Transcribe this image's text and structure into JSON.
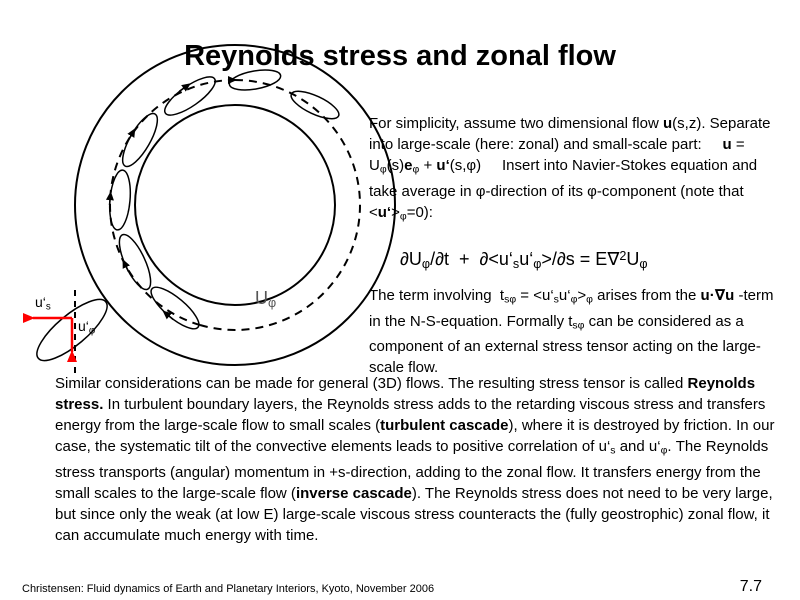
{
  "title": "Reynolds stress and zonal flow",
  "para1": {
    "a": "For simplicity, assume two dimensional flow ",
    "u1": "u",
    "b": "(s,z). Separate into large-scale (here: zonal) and small-scale part:     ",
    "u2": "u",
    "c": " = U",
    "sub1": "φ",
    "d": "(s)",
    "e": "e",
    "sub2": "φ",
    "f": " + ",
    "u3": "u‘",
    "g": "(s,φ)     Insert into Navier-Stokes equation and take average in φ-direction of its φ-component (note that  <",
    "u4": "u‘",
    "h": ">",
    "sub3": "φ",
    "i": "=0):"
  },
  "equation": {
    "a": "∂U",
    "sub1": "φ",
    "b": "/∂t  +  ∂<u‘",
    "sub2": "s",
    "c": "u‘",
    "sub3": "φ",
    "d": ">/∂s = E∇",
    "sup1": "2",
    "e": "U",
    "sub4": "φ"
  },
  "para2": {
    "a": "The term involving  t",
    "sub1": "sφ",
    "b": " = <u‘",
    "sub2": "s",
    "c": "u‘",
    "sub3": "φ",
    "d": ">",
    "sub4": "φ",
    "e": " arises from the ",
    "bold1": "u·∇u",
    "f": " -term in the N-S-equation. Formally t",
    "sub5": "sφ",
    "g": " can be considered as a component of an external stress tensor acting on the large-scale flow."
  },
  "para3": {
    "a": "Similar considerations can be made for general (3D) flows. The resulting stress tensor is called ",
    "bold1": "Reynolds stress.",
    "b": " In turbulent boundary layers, the Reynolds stress adds to the retarding viscous stress and transfers energy from the large-scale flow to small scales (",
    "bold2": "turbulent cascade",
    "c": "), where it is destroyed by friction. In our case, the systematic tilt of the convective elements leads to positive correlation of u‘",
    "sub1": "s",
    "d": " and u‘",
    "sub2": "φ",
    "e": ". The Reynolds stress transports (angular) momentum in +s-direction, adding to the zonal flow. It transfers energy from the small scales to the large-scale flow (",
    "bold3": "inverse cascade",
    "f": "). The Reynolds stress does not need to be very large, but since only the weak (at low E) large-scale viscous stress counteracts the (fully geostrophic) zonal flow, it can accumulate much energy with time."
  },
  "diagram": {
    "label_U": "U",
    "label_U_sub": "φ",
    "label_us": "u‘",
    "label_us_sub": "s",
    "label_uphi": "u‘",
    "label_uphi_sub": "φ",
    "colors": {
      "accent": "#ff0000",
      "stroke": "#000000"
    }
  },
  "footer": "Christensen: Fluid dynamics of Earth and Planetary Interiors, Kyoto, November 2006",
  "page_number": "7.7"
}
